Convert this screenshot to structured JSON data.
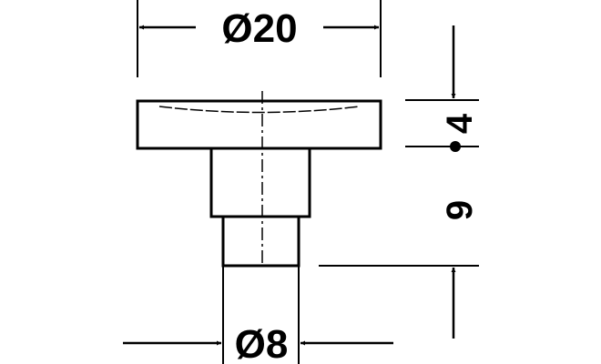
{
  "diagram": {
    "dimensions": {
      "head_diameter": "Ø20",
      "pin_diameter": "Ø8",
      "head_height": "4",
      "total_height": "9"
    },
    "colors": {
      "line": "#000000",
      "background": "#ffffff"
    }
  }
}
